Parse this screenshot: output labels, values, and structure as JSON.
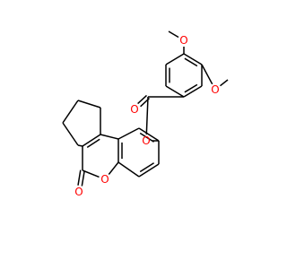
{
  "figure": {
    "background": "#ffffff",
    "bond_color": "#000000",
    "heteroatom_color": "#ff0000"
  },
  "molecule": {
    "atom_labels": [
      {
        "id": "o-methoxy-3",
        "text": "O"
      },
      {
        "id": "o-methoxy-4",
        "text": "O"
      },
      {
        "id": "o-carbonyl-ester",
        "text": "O"
      },
      {
        "id": "o-ester-link",
        "text": "O"
      },
      {
        "id": "o-ring-pyranone",
        "text": "O"
      },
      {
        "id": "o-carbonyl-lactone",
        "text": "O"
      }
    ]
  }
}
